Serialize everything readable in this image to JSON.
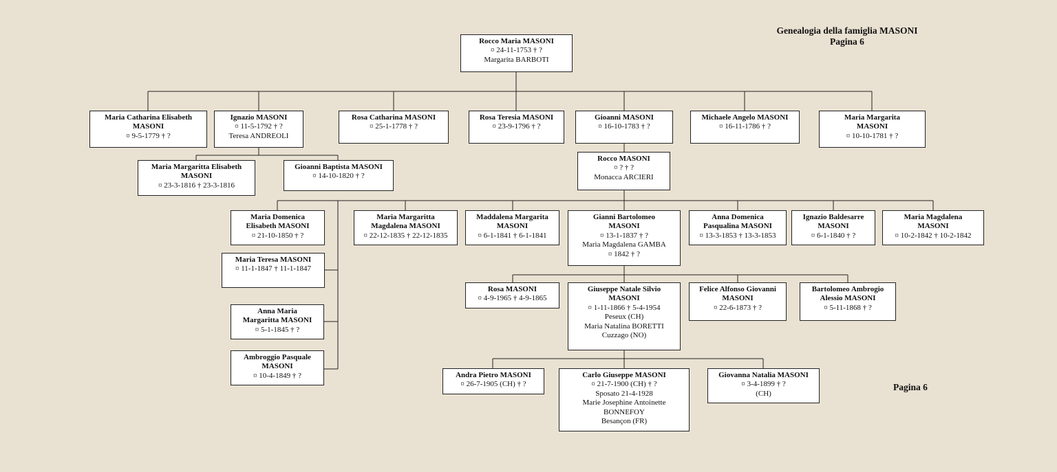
{
  "header": {
    "title": "Genealogia della famiglia MASONI",
    "page": "Pagina 6"
  },
  "footer": {
    "page": "Pagina 6"
  },
  "persons": {
    "rocco_maria": {
      "name": [
        "Rocco Maria MASONI"
      ],
      "lines": [
        "¤ 24-11-1753 † ?",
        "Margarita BARBOTI"
      ]
    },
    "maria_catharina": {
      "name": [
        "Maria Catharina Elisabeth",
        "MASONI"
      ],
      "lines": [
        "¤  9-5-1779 † ?"
      ]
    },
    "ignazio": {
      "name": [
        "Ignazio MASONI"
      ],
      "lines": [
        "¤  11-5-1792 † ?",
        "Teresa ANDREOLI"
      ]
    },
    "rosa_catharina": {
      "name": [
        "Rosa Catharina MASONI"
      ],
      "lines": [
        "¤  25-1-1778 † ?"
      ]
    },
    "rosa_teresia": {
      "name": [
        "Rosa Teresia MASONI"
      ],
      "lines": [
        "¤  23-9-1796 † ?"
      ]
    },
    "gioanni": {
      "name": [
        "Gioanni MASONI"
      ],
      "lines": [
        "¤ 16-10-1783 † ?"
      ]
    },
    "michaele": {
      "name": [
        "Michaele Angelo MASONI"
      ],
      "lines": [
        "¤ 16-11-1786 † ?"
      ]
    },
    "maria_margarita": {
      "name": [
        "Maria Margarita",
        "MASONI"
      ],
      "lines": [
        "¤  10-10-1781 † ?"
      ]
    },
    "mm_elisabeth": {
      "name": [
        "Maria Margaritta Elisabeth",
        "MASONI"
      ],
      "lines": [
        "¤ 23-3-1816 † 23-3-1816"
      ]
    },
    "gioanni_baptista": {
      "name": [
        "Gioanni Baptista MASONI"
      ],
      "lines": [
        "¤ 14-10-1820 † ?"
      ]
    },
    "rocco": {
      "name": [
        "Rocco MASONI"
      ],
      "lines": [
        "¤ ? † ?",
        "Monacca ARCIERI"
      ]
    },
    "maria_domenica": {
      "name": [
        "Maria Domenica",
        "Elisabeth MASONI"
      ],
      "lines": [
        "¤ 21-10-1850 † ?"
      ]
    },
    "mm_magdalena": {
      "name": [
        "Maria Margaritta",
        "Magdalena MASONI"
      ],
      "lines": [
        "¤ 22-12-1835 † 22-12-1835"
      ]
    },
    "maddalena": {
      "name": [
        "Maddalena Margarita",
        "MASONI"
      ],
      "lines": [
        "¤ 6-1-1841 † 6-1-1841"
      ]
    },
    "gianni_bartolomeo": {
      "name": [
        "Gianni Bartolomeo",
        "MASONI"
      ],
      "lines": [
        "¤ 13-1-1837 † ?",
        "Maria Magdalena GAMBA",
        "¤ 1842 † ?"
      ]
    },
    "anna_domenica": {
      "name": [
        "Anna Domenica",
        "Pasqualina MASONI"
      ],
      "lines": [
        "¤ 13-3-1853 † 13-3-1853"
      ]
    },
    "ignazio_baldesarre": {
      "name": [
        "Ignazio Baldesarre",
        "MASONI"
      ],
      "lines": [
        "¤ 6-1-1840 † ?"
      ]
    },
    "maria_magdalena": {
      "name": [
        "Maria Magdalena",
        "MASONI"
      ],
      "lines": [
        "¤ 10-2-1842 † 10-2-1842"
      ]
    },
    "maria_teresa": {
      "name": [
        "Maria Teresa MASONI"
      ],
      "lines": [
        "¤ 11-1-1847 † 11-1-1847"
      ]
    },
    "anna_maria": {
      "name": [
        "Anna Maria",
        "Margaritta MASONI"
      ],
      "lines": [
        "¤ 5-1-1845 † ?"
      ]
    },
    "ambroggio": {
      "name": [
        "Ambroggio Pasquale",
        "MASONI"
      ],
      "lines": [
        "¤ 10-4-1849 † ?"
      ]
    },
    "rosa": {
      "name": [
        "Rosa  MASONI"
      ],
      "lines": [
        "¤ 4-9-1965 † 4-9-1865"
      ]
    },
    "giuseppe": {
      "name": [
        "Giuseppe Natale Silvio",
        "MASONI"
      ],
      "lines": [
        "¤ 1-11-1866 † 5-4-1954",
        "Peseux (CH)",
        "Maria Natalina BORETTI",
        "Cuzzago (NO)"
      ]
    },
    "felice": {
      "name": [
        "Felice Alfonso Giovanni",
        "MASONI"
      ],
      "lines": [
        "¤ 22-6-1873 † ?"
      ]
    },
    "bartolomeo": {
      "name": [
        "Bartolomeo Ambrogio",
        "Alessio MASONI"
      ],
      "lines": [
        "¤ 5-11-1868 † ?"
      ]
    },
    "andra": {
      "name": [
        "Andra Pietro MASONI"
      ],
      "lines": [
        "¤ 26-7-1905 (CH) † ?"
      ]
    },
    "carlo": {
      "name": [
        "Carlo Giuseppe  MASONI"
      ],
      "lines": [
        "¤ 21-7-1900 (CH) † ?",
        "Sposato 21-4-1928",
        "Marie Josephine Antoinette",
        "BONNEFOY",
        "Besançon (FR)"
      ]
    },
    "giovanna": {
      "name": [
        "Giovanna Natalia MASONI"
      ],
      "lines": [
        "¤ 3-4-1899 † ?",
        "(CH)"
      ]
    }
  }
}
